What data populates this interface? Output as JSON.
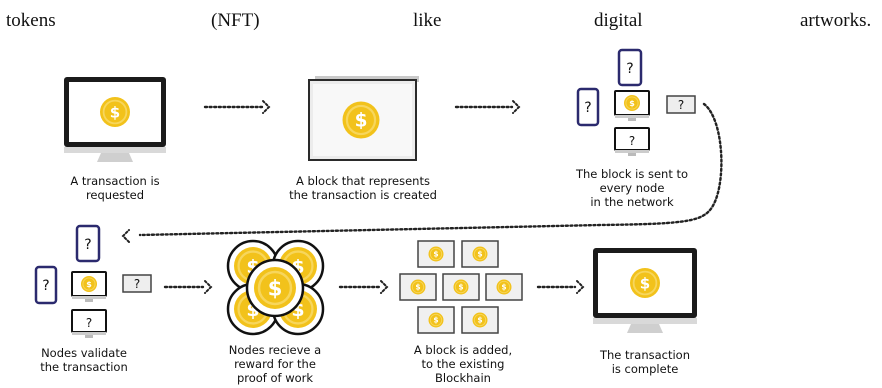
{
  "top_text": [
    "tokens",
    "(NFT)",
    "like",
    "digital",
    "artworks."
  ],
  "steps": [
    {
      "caption_lines": [
        "A transaction is",
        "requested"
      ]
    },
    {
      "caption_lines": [
        "A block that represents",
        "the transaction is created"
      ]
    },
    {
      "caption_lines": [
        "The block is sent to",
        "every node",
        "in the network"
      ]
    },
    {
      "caption_lines": [
        "Nodes validate",
        "the transaction"
      ]
    },
    {
      "caption_lines": [
        "Nodes recieve a",
        "reward for the",
        "proof of work"
      ]
    },
    {
      "caption_lines": [
        "A block is added,",
        "to the existing",
        "Blockhain"
      ]
    },
    {
      "caption_lines": [
        "The transaction",
        "is complete"
      ]
    }
  ],
  "symbols": {
    "coin": "$",
    "unknown": "?"
  },
  "colors": {
    "coin_fill": "#f2c21b",
    "coin_ring": "#f7d65c",
    "coin_text": "#ffffff",
    "node_outline": "#2b2a6e",
    "arrow": "#222222"
  }
}
